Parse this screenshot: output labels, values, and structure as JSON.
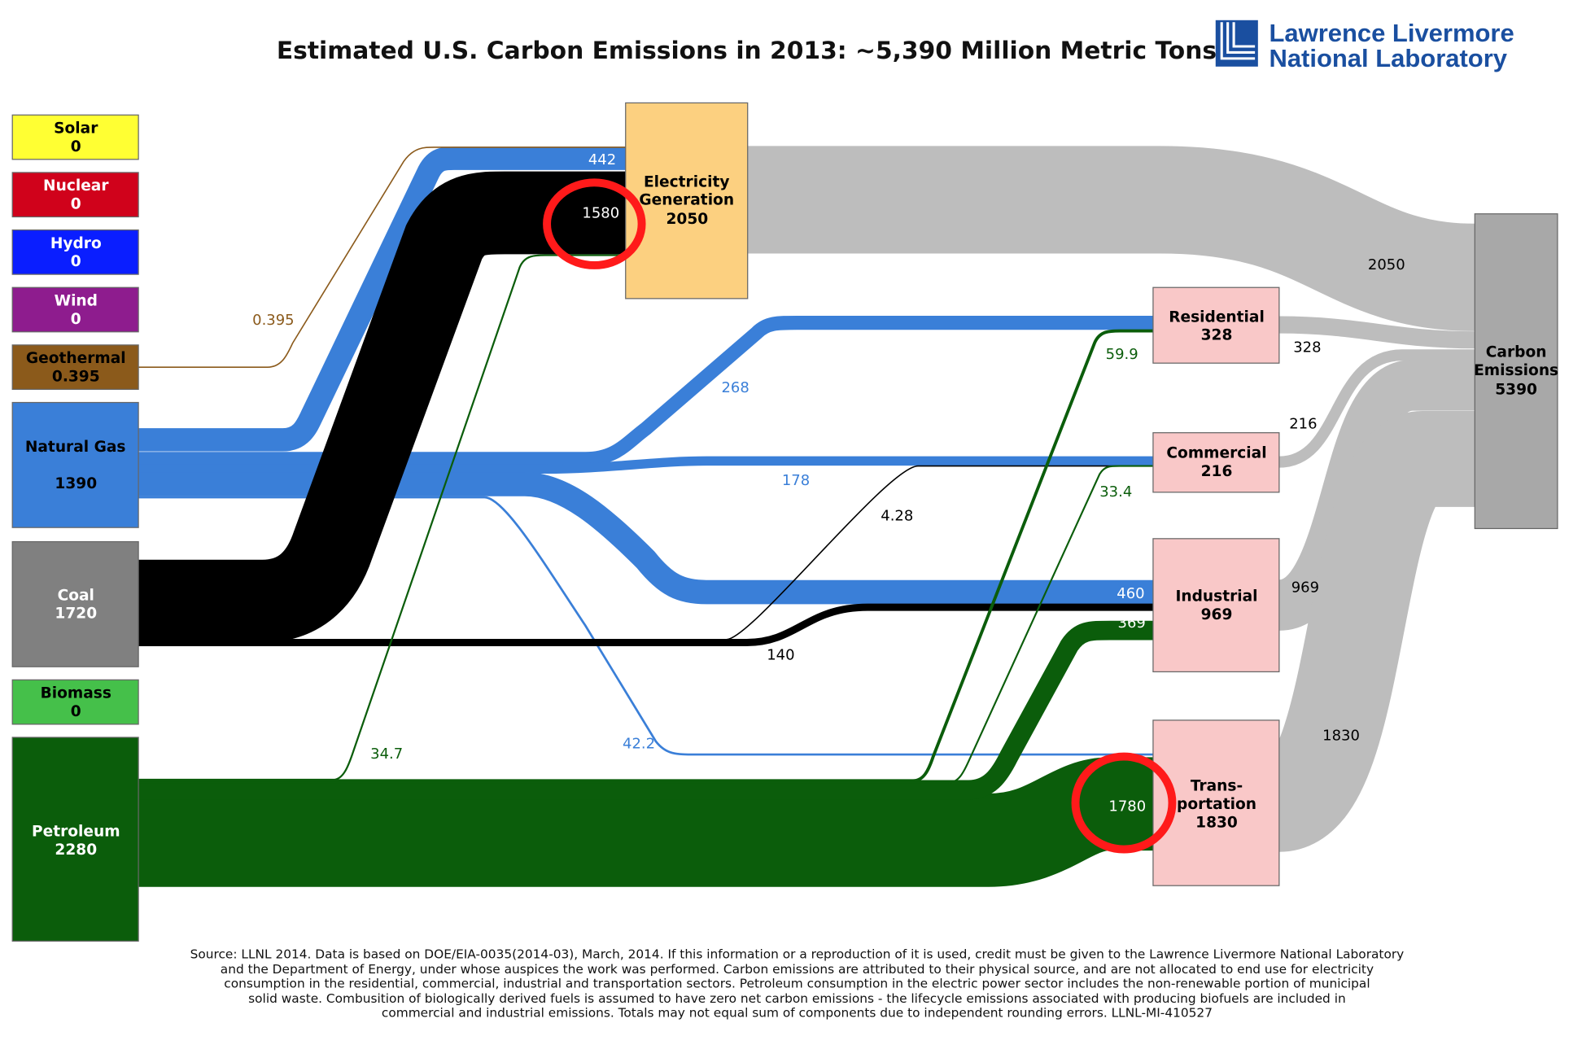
{
  "title": "Estimated U.S. Carbon Emissions in 2013: ~5,390 Million Metric Tons",
  "logo": {
    "line1": "Lawrence Livermore",
    "line2": "National Laboratory",
    "color": "#1a4fa0"
  },
  "chart_data": {
    "type": "sankey",
    "units": "Million Metric Tons",
    "sources": [
      {
        "name": "Solar",
        "value": "0",
        "color": "#ffff33"
      },
      {
        "name": "Nuclear",
        "value": "0",
        "color": "#d0021b"
      },
      {
        "name": "Hydro",
        "value": "0",
        "color": "#0a1eff"
      },
      {
        "name": "Wind",
        "value": "0",
        "color": "#8e1c8e"
      },
      {
        "name": "Geothermal",
        "value": "0.395",
        "color": "#8b5a1b"
      },
      {
        "name": "Natural Gas",
        "value": "1390",
        "color": "#3a7fd8"
      },
      {
        "name": "Coal",
        "value": "1720",
        "color": "#808080"
      },
      {
        "name": "Biomass",
        "value": "0",
        "color": "#45c04a"
      },
      {
        "name": "Petroleum",
        "value": "2280",
        "color": "#0b5d0b"
      }
    ],
    "sectors": [
      {
        "name": "Electricity Generation",
        "value": "2050",
        "color": "#fcd080"
      },
      {
        "name": "Residential",
        "value": "328",
        "color": "#f9c8c8"
      },
      {
        "name": "Commercial",
        "value": "216",
        "color": "#f9c8c8"
      },
      {
        "name": "Industrial",
        "value": "969",
        "color": "#f9c8c8"
      },
      {
        "name": "Trans-portation",
        "value": "1830",
        "color": "#f9c8c8"
      }
    ],
    "sink": {
      "name": "Carbon Emissions",
      "value": "5390",
      "color": "#a8a8a8"
    },
    "flows": [
      {
        "from": "Natural Gas",
        "to": "Electricity Generation",
        "value": 442,
        "label": "442"
      },
      {
        "from": "Coal",
        "to": "Electricity Generation",
        "value": 1580,
        "label": "1580"
      },
      {
        "from": "Geothermal",
        "to": "Electricity Generation",
        "value": 0.395,
        "label": "0.395"
      },
      {
        "from": "Petroleum",
        "to": "Electricity Generation",
        "value": 34.7,
        "label": "34.7"
      },
      {
        "from": "Natural Gas",
        "to": "Residential",
        "value": 268,
        "label": "268"
      },
      {
        "from": "Natural Gas",
        "to": "Commercial",
        "value": 178,
        "label": "178"
      },
      {
        "from": "Natural Gas",
        "to": "Industrial",
        "value": 460,
        "label": "460"
      },
      {
        "from": "Natural Gas",
        "to": "Trans-portation",
        "value": 42.2,
        "label": "42.2"
      },
      {
        "from": "Coal",
        "to": "Commercial",
        "value": 4.28,
        "label": "4.28"
      },
      {
        "from": "Coal",
        "to": "Industrial",
        "value": 140,
        "label": "140"
      },
      {
        "from": "Petroleum",
        "to": "Residential",
        "value": 59.9,
        "label": "59.9"
      },
      {
        "from": "Petroleum",
        "to": "Commercial",
        "value": 33.4,
        "label": "33.4"
      },
      {
        "from": "Petroleum",
        "to": "Industrial",
        "value": 369,
        "label": "369"
      },
      {
        "from": "Petroleum",
        "to": "Trans-portation",
        "value": 1780,
        "label": "1780"
      },
      {
        "from": "Electricity Generation",
        "to": "Carbon Emissions",
        "value": 2050,
        "label": "2050"
      },
      {
        "from": "Residential",
        "to": "Carbon Emissions",
        "value": 328,
        "label": "328"
      },
      {
        "from": "Commercial",
        "to": "Carbon Emissions",
        "value": 216,
        "label": "216"
      },
      {
        "from": "Industrial",
        "to": "Carbon Emissions",
        "value": 969,
        "label": "969"
      },
      {
        "from": "Trans-portation",
        "to": "Carbon Emissions",
        "value": 1830,
        "label": "1830"
      }
    ],
    "highlighted": [
      "1580",
      "1780"
    ]
  },
  "footer": [
    "Source: LLNL 2014. Data is based on DOE/EIA-0035(2014-03), March, 2014. If this information or a reproduction of it is used, credit must be given to the Lawrence Livermore National Laboratory",
    "and the Department of Energy, under whose auspices the work was performed. Carbon emissions are attributed to their physical source, and are not allocated to end use for electricity",
    "consumption in the residential, commercial, industrial and transportation sectors.  Petroleum consumption in the electric power sector includes the non-renewable portion of municipal",
    "solid waste.  Combusition of biologically derived fuels is assumed to have zero net carbon emissions - the lifecycle emissions associated with producing biofuels are included in",
    "commercial and industrial emissions.  Totals may not equal sum of components due to independent rounding errors.  LLNL-MI-410527"
  ]
}
